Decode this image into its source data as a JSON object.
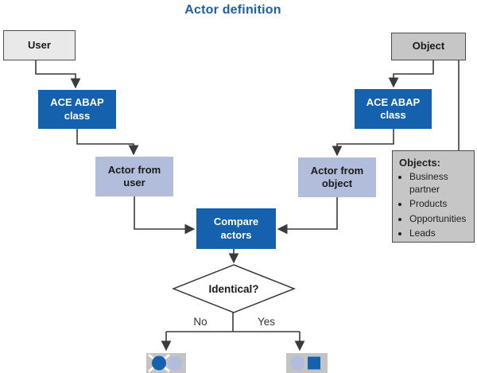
{
  "title": "Actor definition",
  "nodes": {
    "user": "User",
    "object": "Object",
    "ace_abap": "ACE ABAP class",
    "actor_from_user": "Actor from user",
    "actor_from_object": "Actor from object",
    "compare_actors": "Compare actors",
    "decision": "Identical?"
  },
  "branches": {
    "no": "No",
    "yes": "Yes"
  },
  "objects_panel": {
    "heading": "Objects:",
    "items": [
      "Business partner",
      "Products",
      "Opportunities",
      "Leads"
    ]
  },
  "icons": {
    "result_no": "actors-mismatch-icon",
    "result_yes": "actors-match-icon"
  },
  "colors": {
    "accent_blue": "#1561ad",
    "lavender": "#b2bcdb",
    "node_gray": "#c6c6c6",
    "user_gray": "#e9e9e9",
    "title_blue": "#1b5fa8",
    "line": "#3a3a3a"
  }
}
